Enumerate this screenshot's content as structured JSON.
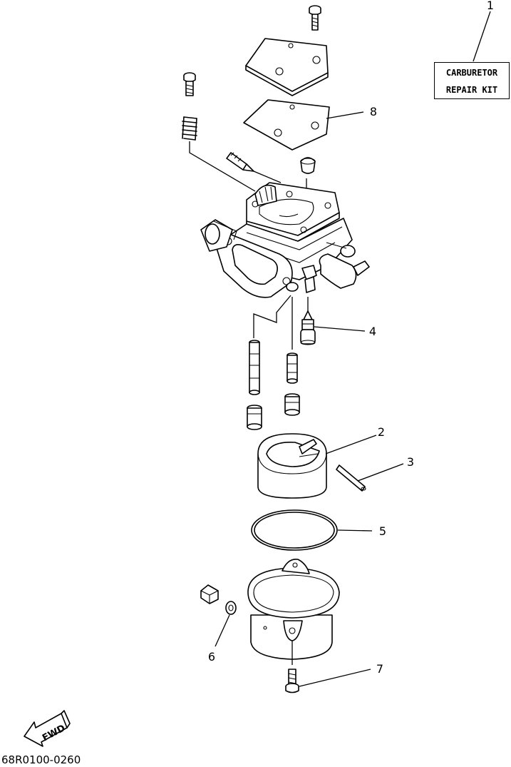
{
  "kit_label": {
    "line1": "CARBURETOR",
    "line2": "REPAIR KIT"
  },
  "callouts": [
    "1",
    "2",
    "3",
    "4",
    "5",
    "6",
    "7",
    "8"
  ],
  "fwd_label": "FWD",
  "diagram_code": "68R0100-0260"
}
